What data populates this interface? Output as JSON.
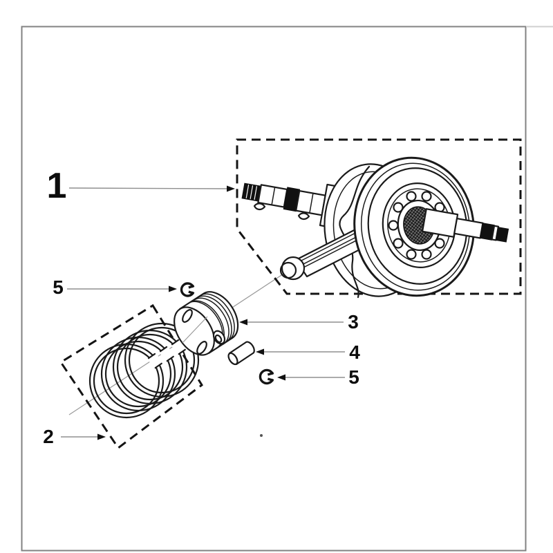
{
  "canvas": {
    "background": "#ffffff",
    "frame_color": "#828282",
    "drawing_color": "#1a1a1a",
    "leader_color": "#8f8f8f"
  },
  "callouts": {
    "c1": {
      "label": "1"
    },
    "c2": {
      "label": "2"
    },
    "c3": {
      "label": "3"
    },
    "c4": {
      "label": "4"
    },
    "c5a": {
      "label": "5"
    },
    "c5b": {
      "label": "5"
    }
  },
  "parts": {
    "1": "crankshaft-assembly",
    "2": "piston-ring-set",
    "3": "piston",
    "4": "piston-pin",
    "5": "circlip"
  }
}
